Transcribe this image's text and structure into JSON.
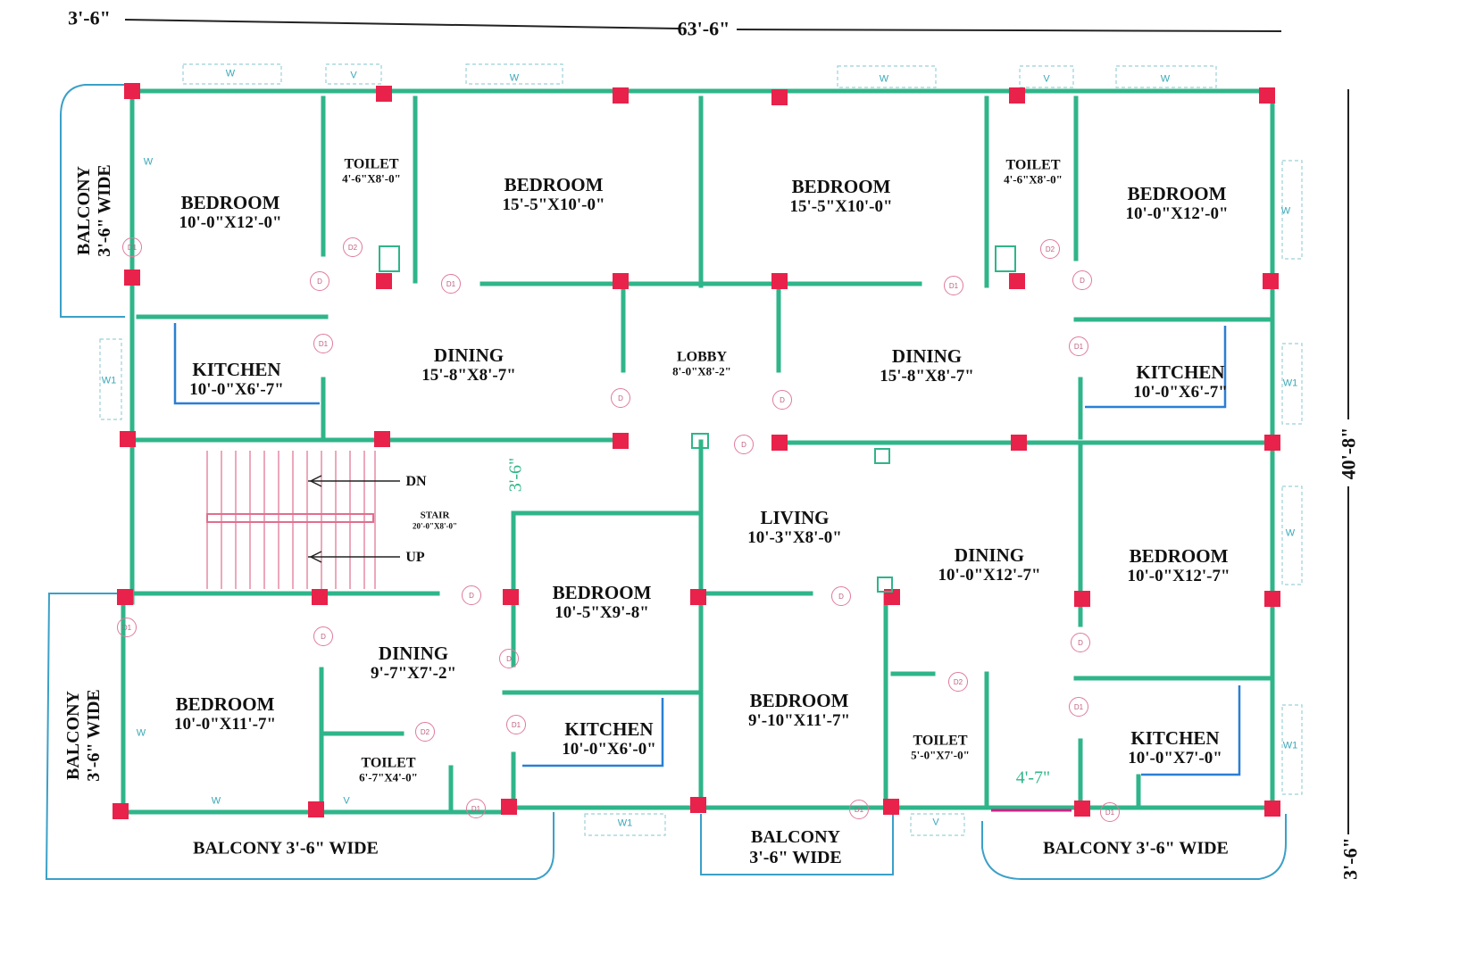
{
  "dimensions": {
    "top_left": "3'-6\"",
    "top_overall": "63'-6\"",
    "right_overall": "40'-8\"",
    "right_bottom": "3'-6\"",
    "stair_gap": "3'-6\"",
    "toilet_gap": "4'-7\""
  },
  "rooms": [
    {
      "id": "bedroom-nw",
      "name": "BEDROOM",
      "size": "10'-0\"X12'-0\""
    },
    {
      "id": "toilet-nw",
      "name": "TOILET",
      "size": "4'-6\"X8'-0\""
    },
    {
      "id": "bedroom-n1",
      "name": "BEDROOM",
      "size": "15'-5\"X10'-0\""
    },
    {
      "id": "bedroom-n2",
      "name": "BEDROOM",
      "size": "15'-5\"X10'-0\""
    },
    {
      "id": "toilet-ne",
      "name": "TOILET",
      "size": "4'-6\"X8'-0\""
    },
    {
      "id": "bedroom-ne",
      "name": "BEDROOM",
      "size": "10'-0\"X12'-0\""
    },
    {
      "id": "kitchen-w",
      "name": "KITCHEN",
      "size": "10'-0\"X6'-7\""
    },
    {
      "id": "dining-w",
      "name": "DINING",
      "size": "15'-8\"X8'-7\""
    },
    {
      "id": "lobby",
      "name": "LOBBY",
      "size": "8'-0\"X8'-2\""
    },
    {
      "id": "dining-e",
      "name": "DINING",
      "size": "15'-8\"X8'-7\""
    },
    {
      "id": "kitchen-e",
      "name": "KITCHEN",
      "size": "10'-0\"X6'-7\""
    },
    {
      "id": "stair",
      "name": "STAIR",
      "size": "20'-0\"X8'-0\""
    },
    {
      "id": "living",
      "name": "LIVING",
      "size": "10'-3\"X8'-0\""
    },
    {
      "id": "dining-se",
      "name": "DINING",
      "size": "10'-0\"X12'-7\""
    },
    {
      "id": "bedroom-e",
      "name": "BEDROOM",
      "size": "10'-0\"X12'-7\""
    },
    {
      "id": "bedroom-c",
      "name": "BEDROOM",
      "size": "10'-5\"X9'-8\""
    },
    {
      "id": "dining-sw",
      "name": "DINING",
      "size": "9'-7\"X7'-2\""
    },
    {
      "id": "bedroom-sw",
      "name": "BEDROOM",
      "size": "10'-0\"X11'-7\""
    },
    {
      "id": "toilet-sw",
      "name": "TOILET",
      "size": "6'-7\"X4'-0\""
    },
    {
      "id": "kitchen-s",
      "name": "KITCHEN",
      "size": "10'-0\"X6'-0\""
    },
    {
      "id": "bedroom-s",
      "name": "BEDROOM",
      "size": "9'-10\"X11'-7\""
    },
    {
      "id": "toilet-se",
      "name": "TOILET",
      "size": "5'-0\"X7'-0\""
    },
    {
      "id": "kitchen-se",
      "name": "KITCHEN",
      "size": "10'-0\"X7'-0\""
    }
  ],
  "balconies": {
    "nw_line1": "BALCONY",
    "nw_line2": "3'-6\" WIDE",
    "sw_line1": "BALCONY",
    "sw_line2": "3'-6\" WIDE",
    "south_w": "BALCONY 3'-6\" WIDE",
    "south_c_line1": "BALCONY",
    "south_c_line2": "3'-6\" WIDE",
    "south_e": "BALCONY 3'-6\" WIDE"
  },
  "stair": {
    "dn": "DN",
    "up": "UP"
  },
  "marks": {
    "window": "W",
    "window1": "W1",
    "vent": "V",
    "door": "D",
    "door1": "D1",
    "door2": "D2"
  },
  "colors": {
    "wall": "#2fb58a",
    "column": "#e8224a",
    "door": "#e07a9a",
    "window": "#3aa8b8",
    "stair": "#e06f8f",
    "balcony": "#3aa0c8"
  }
}
